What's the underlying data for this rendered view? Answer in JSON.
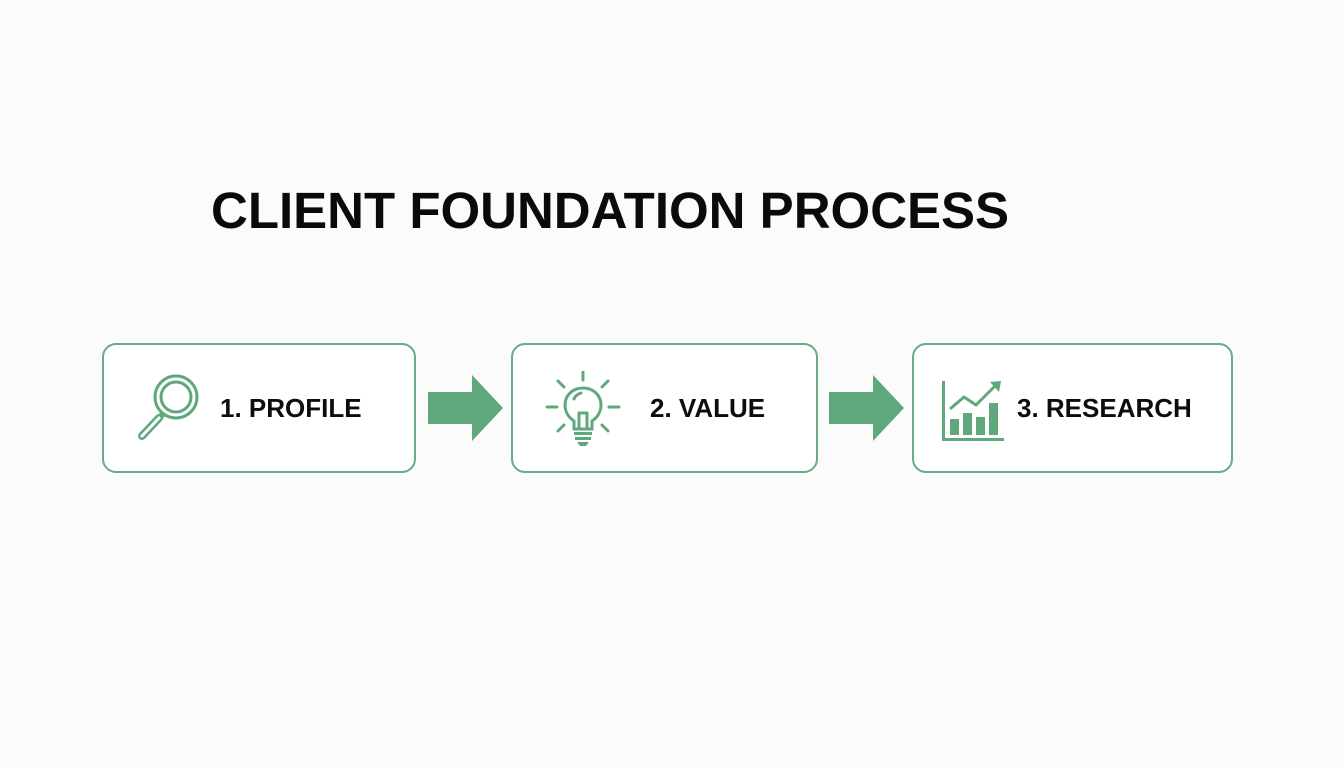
{
  "title": "CLIENT FOUNDATION PROCESS",
  "colors": {
    "accent": "#5ea87c",
    "border": "#6aab85",
    "text": "#0d0d0d",
    "background": "#fafbfa"
  },
  "steps": [
    {
      "number": 1,
      "label": "1. PROFILE",
      "icon": "magnifying-glass-icon"
    },
    {
      "number": 2,
      "label": "2. VALUE",
      "icon": "lightbulb-icon"
    },
    {
      "number": 3,
      "label": "3. RESEARCH",
      "icon": "bar-chart-trend-icon"
    }
  ],
  "connectors": [
    {
      "from": 1,
      "to": 2,
      "icon": "arrow-right-icon"
    },
    {
      "from": 2,
      "to": 3,
      "icon": "arrow-right-icon"
    }
  ]
}
